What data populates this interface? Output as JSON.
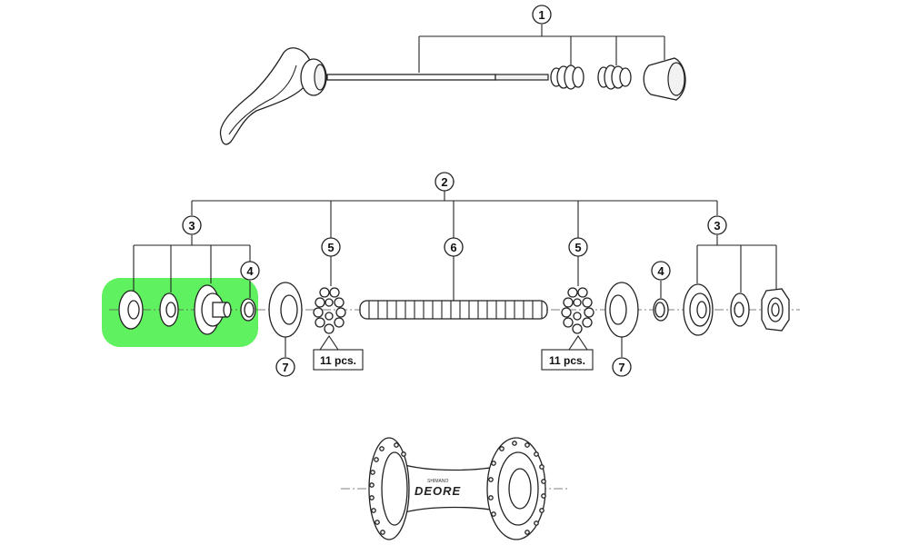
{
  "highlight": {
    "color": "#44ee44"
  },
  "callouts": {
    "c1": "1",
    "c2": "2",
    "c3_left": "3",
    "c3_right": "3",
    "c4_left": "4",
    "c4_right": "4",
    "c5_left": "5",
    "c5_right": "5",
    "c6": "6",
    "c7_left": "7",
    "c7_right": "7"
  },
  "quantity_labels": {
    "left": "11 pcs.",
    "right": "11 pcs."
  },
  "hub_branding": {
    "maker": "SHIMANO",
    "model": "DEORE"
  }
}
